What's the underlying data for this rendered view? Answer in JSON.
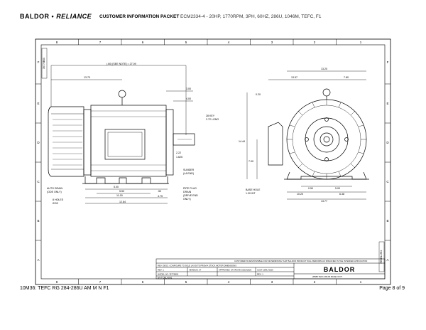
{
  "header": {
    "brand_main": "BALDOR",
    "brand_sep": "•",
    "brand_sub": "RELIANCE",
    "packet_title": "CUSTOMER INFORMATION PACKET",
    "motor_spec": "ECM2334-4 - 20HP, 1770RPM, 3PH, 60HZ, 286U, 1046M, TEFC, F1"
  },
  "border": {
    "top_zones": [
      "8",
      "7",
      "6",
      "5",
      "4",
      "3",
      "2",
      "1"
    ],
    "bottom_zones": [
      "8",
      "7",
      "6",
      "5",
      "4",
      "3",
      "2",
      "1"
    ],
    "side_zones": [
      "F",
      "E",
      "D",
      "C",
      "B",
      "A"
    ],
    "left_margin_label": "35776B00",
    "right_margin_label": "RE0BL1551"
  },
  "dimensions": {
    "overall": "(.60) [SEE NOTE] = 27.09",
    "d_13_70": "13.70",
    "d_3_00": "3.00",
    "d_4_00": "4.00",
    "key": "28 KEY\n2.72 LONG",
    "d_2_22": "2.22",
    "d_1_625": "1.625",
    "d_5_00": "5.00",
    "d_5_50": "5.50",
    "d_11_00": "11.00",
    "d_50": ".50",
    "d_4_75": "4.75",
    "d_12_84": "12.84",
    "d_13_20": "13.20",
    "d_13_57": "13.57",
    "d_7_80": "7.80",
    "d_0_20": "0.20",
    "d_14_44": "14.44",
    "d_7_00": "7.00",
    "d_0_50": "0.50",
    "d_5_00b": "5.00",
    "d_10_20": "10.20",
    "d_6_38": "6.38",
    "d_13_77": "13.77",
    "sunder": "SUNDER\n(LA END)",
    "pipe_plug": "PIPE PLUG\nDRAIN\n(DRIVE END\nONLY)",
    "auto_drain": "AUTO DRAIN\n(ODE ONLY)",
    "holes": "8 HOLES\nØ.53",
    "base_hole": "BASE HOLE\n1.30 WT"
  },
  "title_block": {
    "note": "CUSTOMER IS RESPONSIBLE FOR DETERMINING THAT BALDOR PRODUCT WILL PERFORM AS SPECIFIED IN THE INTENDED APPLICATION",
    "rev_line": "REV: DESC: CONFIGURE TO SOLE LAYOUTS FROM A STOCK MOTOR DIMENSIONS",
    "rev": "REV: 1",
    "version": "VERSION: 37",
    "model": "MODEL NO: 35776B00",
    "approved": "APPROVED: STUPCHIN 02/18/2020",
    "customer": "CUST: 286U-0206",
    "rev_small": "REV: 1",
    "company": "BALDOR",
    "drawing_title": "28688 TEFC 286-84 BASE FOOT",
    "sheet": "MV-T-DBLASH2"
  },
  "footer": {
    "doc_id": "10M36: TEFC RG 284-286U AM M N F1",
    "page": "Page 8 of 9"
  }
}
